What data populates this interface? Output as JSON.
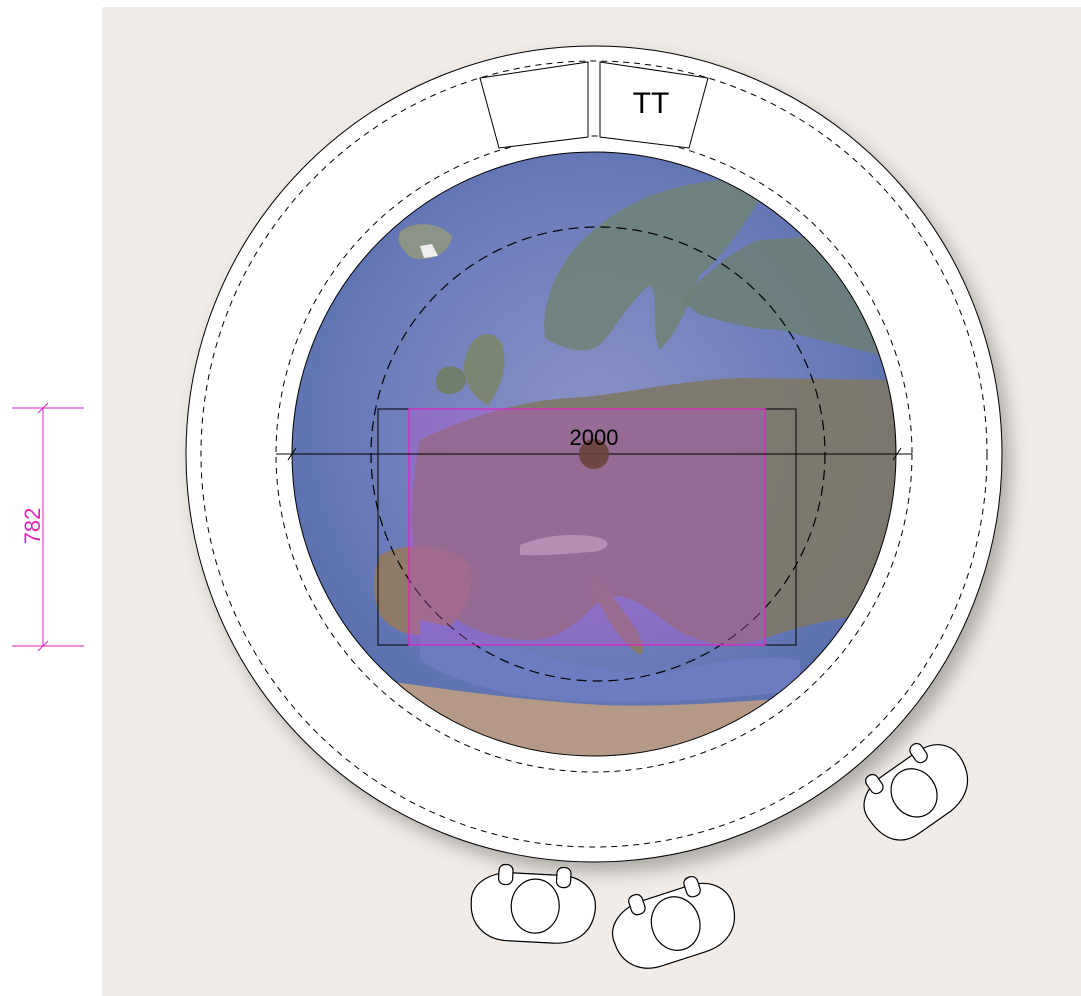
{
  "drawing": {
    "labels": {
      "screen_width": "2000",
      "dimension_height": "782",
      "furniture_label": "TT"
    },
    "colors": {
      "background_panel": "#f1ece7",
      "dimension_accent": "#e020c0",
      "ring_fill": "#ffffff",
      "outline": "#000000",
      "center_marker": "#6a4238"
    },
    "icons": [
      "person-top-view-icon",
      "person-top-view-icon",
      "person-top-view-icon"
    ]
  }
}
